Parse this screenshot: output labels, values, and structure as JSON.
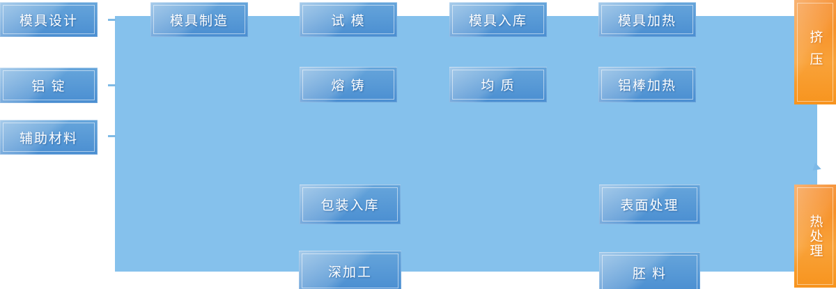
{
  "diagram": {
    "type": "process-flowchart",
    "language": "zh-CN",
    "subject": "aluminum extrusion production flow"
  },
  "colors": {
    "panel_background": "#85C1EC",
    "process_box_top": "#66A5DB",
    "process_box_bottom": "#4A8ED1",
    "stage_box_orange_dark": "#F5851E",
    "stage_box_orange_light": "#F9A239",
    "connector_dash": "#7FBAE5",
    "label_text": "#FFFFFF"
  },
  "nodes": {
    "mold_design": {
      "label": "模具设计"
    },
    "aluminum_ingot": {
      "label": "铝 锭"
    },
    "auxiliary_materials": {
      "label": "辅助材料"
    },
    "mold_manufacturing": {
      "label": "模具制造"
    },
    "mold_trial": {
      "label": "试 模"
    },
    "mold_storage": {
      "label": "模具入库"
    },
    "mold_heating": {
      "label": "模具加热"
    },
    "melting_casting": {
      "label": "熔 铸"
    },
    "homogenization": {
      "label": "均 质"
    },
    "rod_heating": {
      "label": "铝棒加热"
    },
    "packing_storage": {
      "label": "包装入库"
    },
    "surface_treatment": {
      "label": "表面处理"
    },
    "deep_processing": {
      "label": "深加工"
    },
    "billet": {
      "label": "胚 料"
    },
    "extrusion": {
      "label": "挤压"
    },
    "heat_treatment": {
      "label": "热处理"
    }
  }
}
